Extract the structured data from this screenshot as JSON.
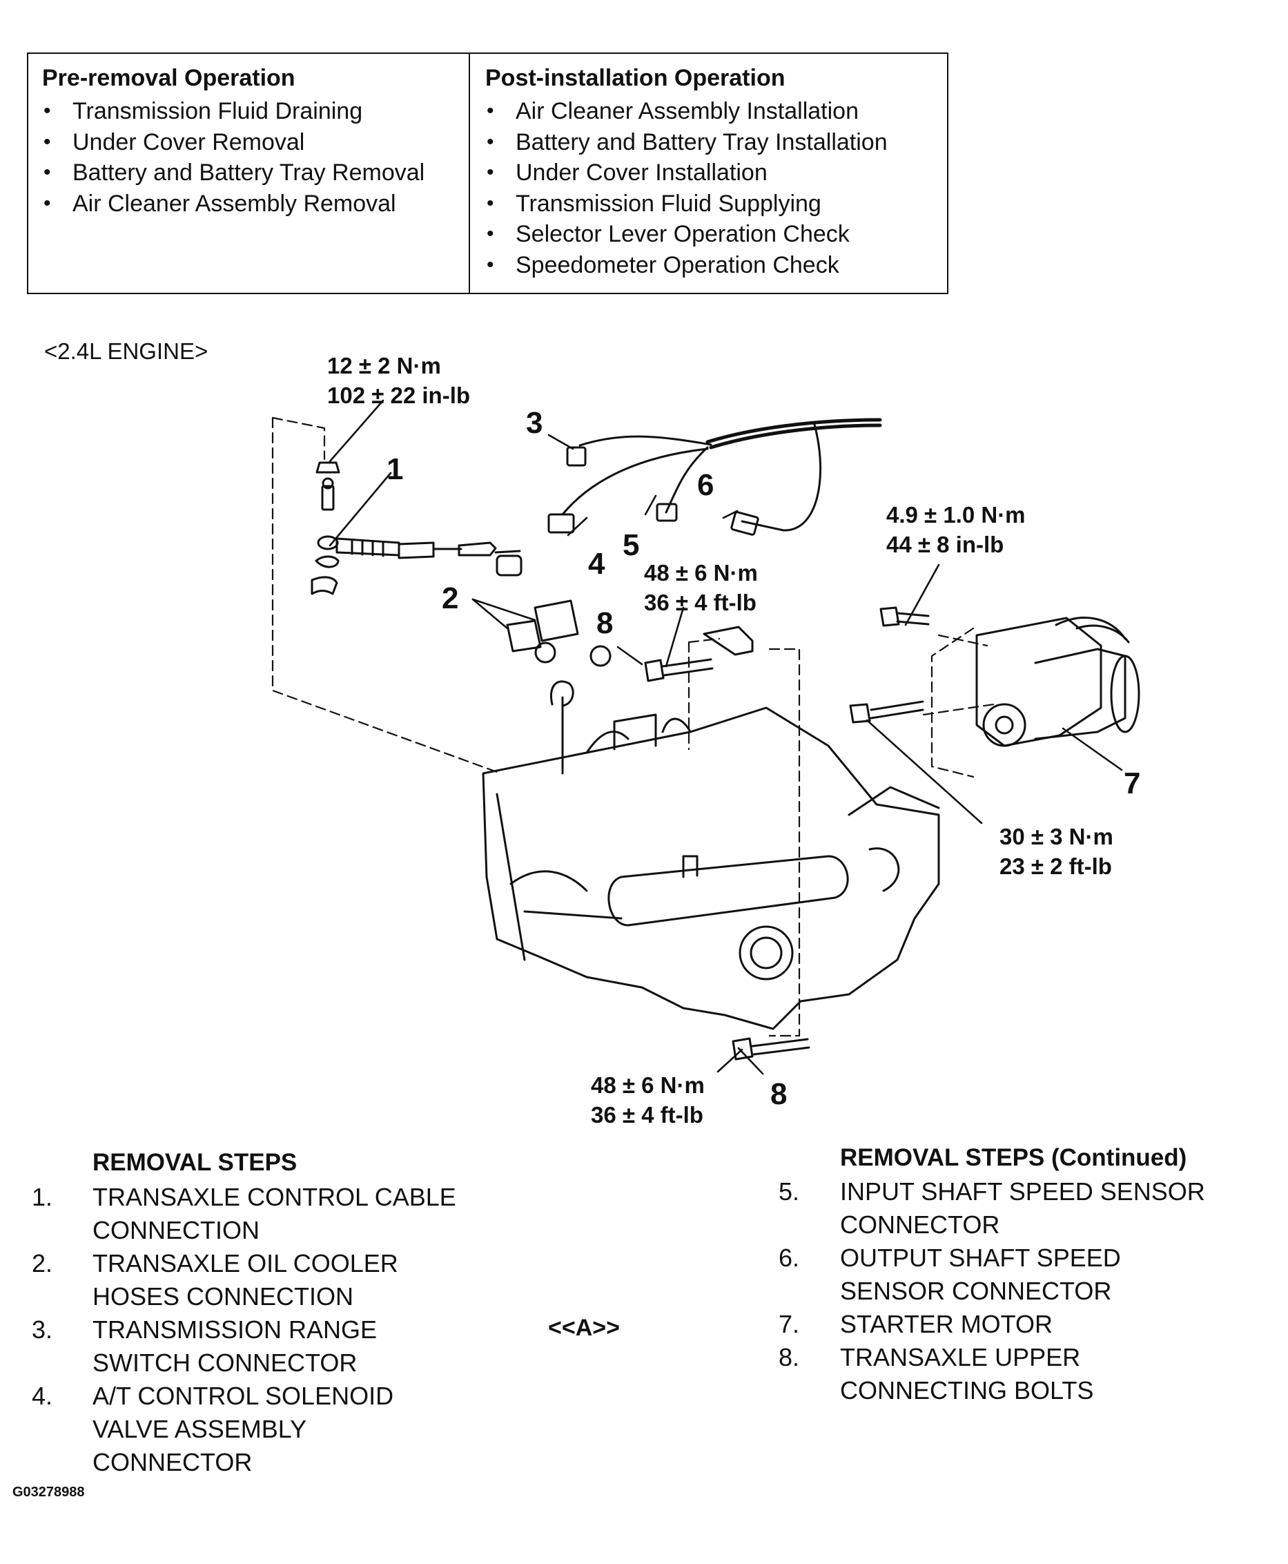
{
  "operations": {
    "pre_removal": {
      "heading": "Pre-removal Operation",
      "items": [
        "Transmission Fluid Draining",
        "Under Cover Removal",
        "Battery and Battery Tray Removal",
        "Air Cleaner Assembly Removal"
      ]
    },
    "post_installation": {
      "heading": "Post-installation Operation",
      "items": [
        "Air Cleaner Assembly Installation",
        "Battery and Battery Tray Installation",
        "Under Cover Installation",
        "Transmission Fluid Supplying",
        "Selector Lever Operation Check",
        "Speedometer Operation Check"
      ]
    }
  },
  "diagram": {
    "engine_label": "<2.4L ENGINE>",
    "torques": {
      "t1": [
        "12 ± 2 N·m",
        "102 ± 22 in-lb"
      ],
      "t2": [
        "4.9 ± 1.0 N·m",
        "44 ± 8 in-lb"
      ],
      "t3": [
        "48 ± 6 N·m",
        "36 ± 4 ft-lb"
      ],
      "t4": [
        "30 ± 3 N·m",
        "23 ± 2 ft-lb"
      ],
      "t5": [
        "48 ± 6 N·m",
        "36 ± 4 ft-lb"
      ]
    },
    "callouts": [
      "1",
      "2",
      "3",
      "4",
      "5",
      "6",
      "7",
      "8",
      "8"
    ]
  },
  "steps": {
    "heading": "REMOVAL STEPS",
    "heading_continued": "REMOVAL STEPS (Continued)",
    "left": [
      {
        "num": "1.",
        "lines": [
          "TRANSAXLE CONTROL CABLE",
          "CONNECTION"
        ]
      },
      {
        "num": "2.",
        "lines": [
          "TRANSAXLE OIL COOLER",
          "HOSES CONNECTION"
        ]
      },
      {
        "num": "3.",
        "lines": [
          "TRANSMISSION RANGE",
          "SWITCH CONNECTOR"
        ]
      },
      {
        "num": "4.",
        "lines": [
          "A/T CONTROL SOLENOID",
          "VALVE ASSEMBLY",
          "CONNECTOR"
        ]
      }
    ],
    "right": [
      {
        "num": "5.",
        "lines": [
          "INPUT SHAFT SPEED SENSOR",
          "CONNECTOR"
        ]
      },
      {
        "num": "6.",
        "lines": [
          "OUTPUT SHAFT SPEED",
          "SENSOR CONNECTOR"
        ]
      },
      {
        "num": "7.",
        "lines": [
          "STARTER MOTOR"
        ]
      },
      {
        "num": "8.",
        "lines": [
          "TRANSAXLE UPPER",
          "CONNECTING BOLTS"
        ]
      }
    ],
    "note_tag": "<<A>>"
  },
  "figure_id": "G03278988"
}
